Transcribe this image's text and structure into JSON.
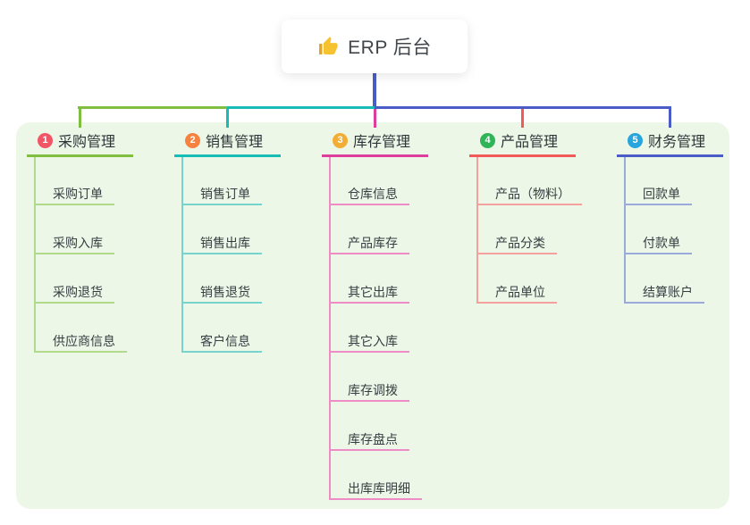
{
  "root": {
    "label": "ERP 后台",
    "icon": "thumbs-up"
  },
  "branches": [
    {
      "index": "1",
      "label": "采购管理",
      "badge_color": "#f25565",
      "line_color": "#7fbe3e",
      "child_line_color": "#b2da8c",
      "children": [
        "采购订单",
        "采购入库",
        "采购退货",
        "供应商信息"
      ]
    },
    {
      "index": "2",
      "label": "销售管理",
      "badge_color": "#f6823f",
      "line_color": "#17bcb4",
      "child_line_color": "#76d4cc",
      "children": [
        "销售订单",
        "销售出库",
        "销售退货",
        "客户信息"
      ]
    },
    {
      "index": "3",
      "label": "库存管理",
      "badge_color": "#f2ae34",
      "line_color": "#df3d9b",
      "child_line_color": "#f08cc5",
      "children": [
        "仓库信息",
        "产品库存",
        "其它出库",
        "其它入库",
        "库存调拨",
        "库存盘点",
        "出库库明细"
      ]
    },
    {
      "index": "4",
      "label": "产品管理",
      "badge_color": "#2fb457",
      "line_color": "#f25a5a",
      "child_line_color": "#f6a09d",
      "children": [
        "产品（物料）",
        "产品分类",
        "产品单位"
      ]
    },
    {
      "index": "5",
      "label": "财务管理",
      "badge_color": "#27a5dc",
      "line_color": "#4a5cc6",
      "child_line_color": "#9aabdb",
      "children": [
        "回款单",
        "付款单",
        "结算账户"
      ]
    }
  ],
  "colors": {
    "canvas_bg": "#ffffff",
    "panel_bg": "#edf7e8",
    "root_stem": "#4a5cc6",
    "thumb_icon": "#f6c230",
    "root_text": "#41464b",
    "node_text": "#2f3438",
    "child_text": "#383d42"
  }
}
